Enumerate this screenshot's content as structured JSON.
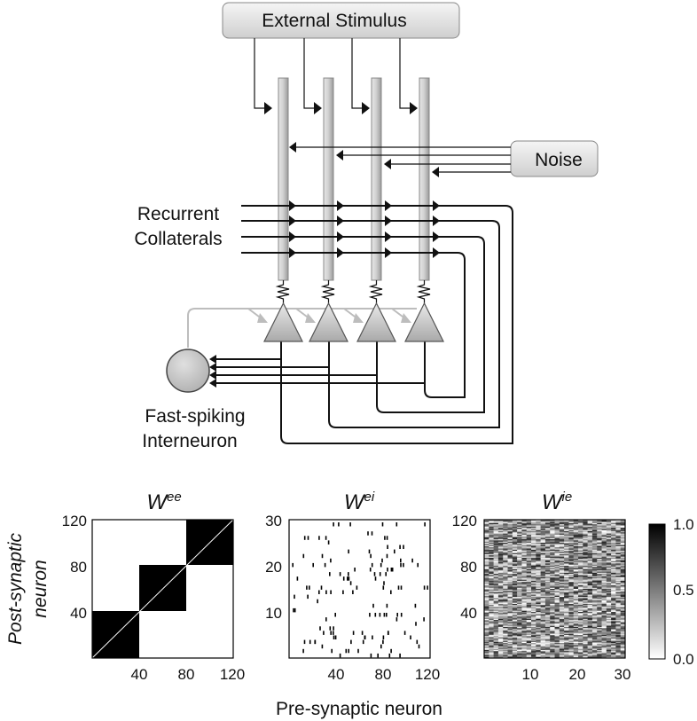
{
  "circuit": {
    "stimulus_label": "External Stimulus",
    "noise_label": "Noise",
    "recurrent_label_line1": "Recurrent",
    "recurrent_label_line2": "Collaterals",
    "interneuron_label_line1": "Fast-spiking",
    "interneuron_label_line2": "Interneuron"
  },
  "matrices": {
    "xlabel": "Pre-synaptic neuron",
    "ylabel_line1": "Post-synaptic",
    "ylabel_line2": "neuron",
    "panels": [
      {
        "symbol": "W",
        "superscript": "ee",
        "x_ticks": [
          "40",
          "80",
          "120"
        ],
        "y_ticks": [
          "40",
          "80",
          "120"
        ]
      },
      {
        "symbol": "W",
        "superscript": "ei",
        "x_ticks": [
          "40",
          "80",
          "120"
        ],
        "y_ticks": [
          "10",
          "20",
          "30"
        ]
      },
      {
        "symbol": "W",
        "superscript": "ie",
        "x_ticks": [
          "10",
          "20",
          "30"
        ],
        "y_ticks": [
          "40",
          "80",
          "120"
        ]
      }
    ],
    "colorbar_ticks": [
      "1.0",
      "0.5",
      "0.0"
    ]
  }
}
